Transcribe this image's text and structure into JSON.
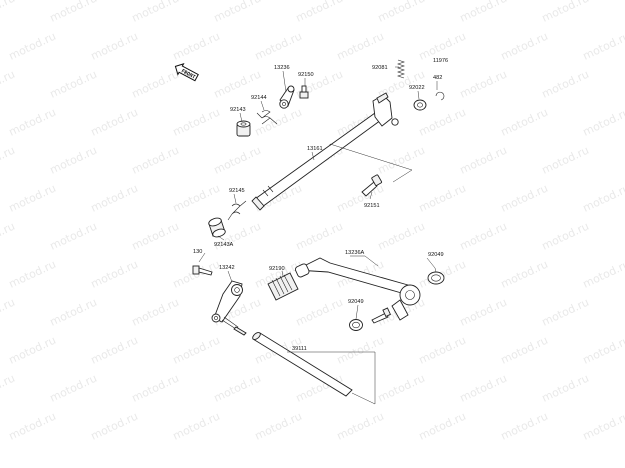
{
  "diagram": {
    "watermark_text": "motod.ru",
    "front_arrow_text": "FRONT",
    "callouts": {
      "p13236": "13236",
      "p92150": "92150",
      "p92144": "92144",
      "p92143": "92143",
      "p92081": "92081",
      "p11976": "11976",
      "p482": "482",
      "p92022": "92022",
      "p13161": "13161",
      "p92145": "92145",
      "p92143A": "92143A",
      "p92151": "92151",
      "p130": "130",
      "p13242": "13242",
      "p92190": "92190",
      "p13236A": "13236A",
      "p92049a": "92049",
      "p92049b": "92049",
      "p39111": "39111"
    }
  }
}
